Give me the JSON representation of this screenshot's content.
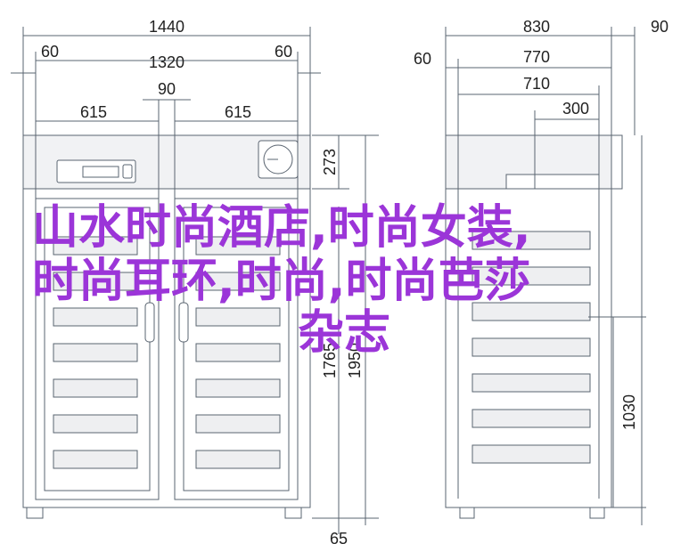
{
  "dimensions": {
    "total_width": "1440",
    "side_gap_left": "60",
    "side_gap_right": "60",
    "inner_width": "1320",
    "door_width_left": "615",
    "center_gap": "90",
    "door_width_right": "615",
    "panel_height": "273",
    "height_a": "1765",
    "height_total": "1950",
    "bottom": "65",
    "depth_total": "830",
    "depth_extra": "90",
    "depth_offset": "60",
    "depth_770": "770",
    "depth_710": "710",
    "depth_300": "300",
    "height_side": "1030"
  },
  "overlay": {
    "line1": "山水时尚酒店,时尚女装,",
    "line2": "时尚耳环,时尚,时尚芭莎",
    "line3": "杂志",
    "color": "#9b35d8"
  },
  "colors": {
    "line": "#5a6470",
    "panel": "#f1f2f4",
    "shelf": "#eeeff1"
  }
}
